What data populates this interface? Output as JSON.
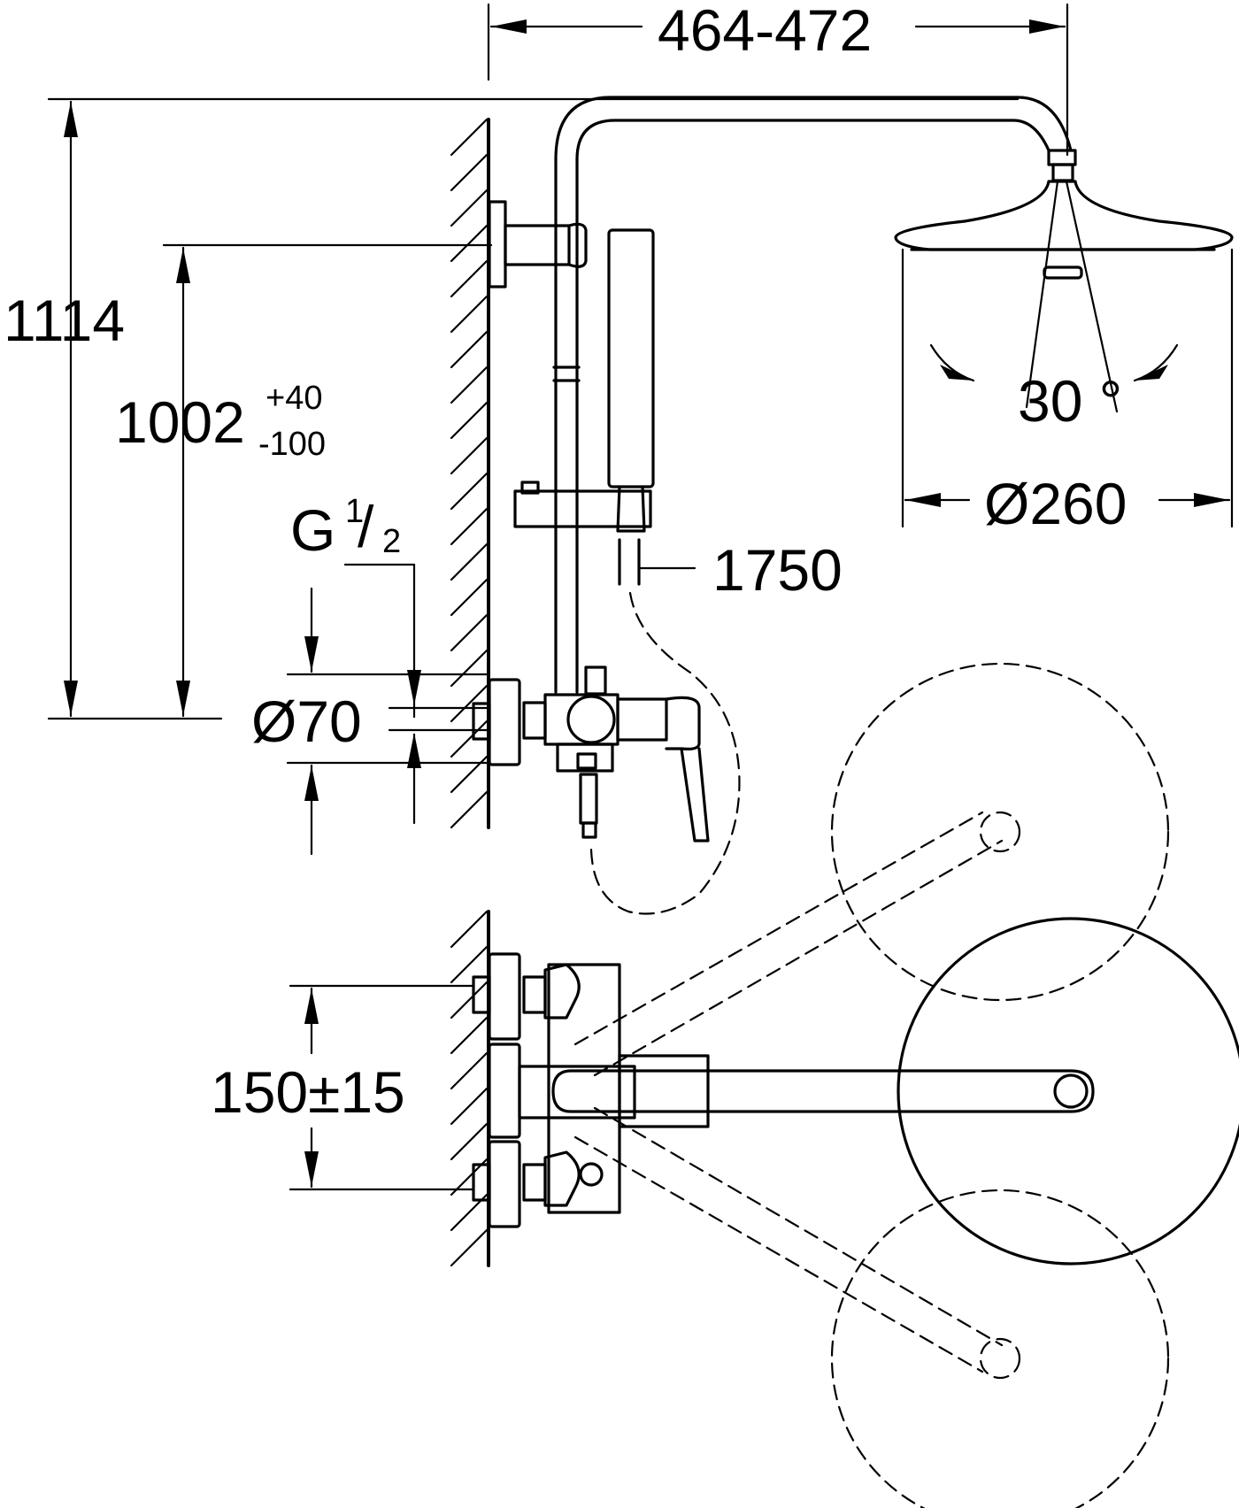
{
  "dimensions": {
    "arm_length": "464-472",
    "total_height": "1114",
    "bar_height": "1002",
    "bar_height_tol_plus": "+40",
    "bar_height_tol_minus": "-100",
    "thread_letter": "G",
    "thread_num": "1",
    "thread_den": "2",
    "escutcheon_diameter": "Ø70",
    "hose_length": "1750",
    "head_angle": "30 °",
    "head_diameter": "Ø260",
    "inlet_spacing": "150±15"
  },
  "colors": {
    "line": "#000000",
    "background": "#ffffff"
  }
}
